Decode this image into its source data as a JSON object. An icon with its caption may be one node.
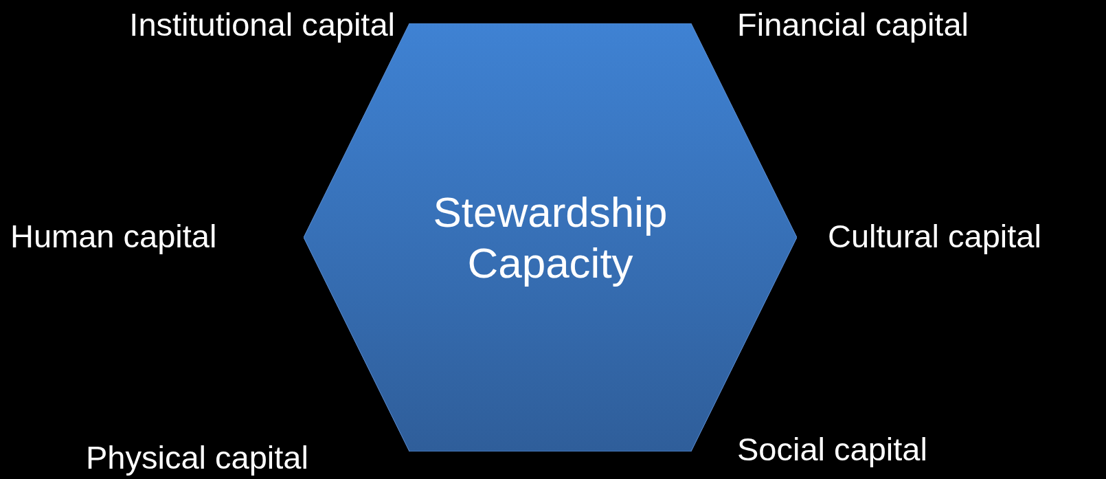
{
  "diagram": {
    "nodes": [
      {
        "text": [
          "Stewardship Capacity"
        ]
      }
    ],
    "labels": [
      "Institutional capital",
      "Financial capital",
      "Human capital",
      "Cultural capital",
      "Physical capital",
      "Social capital"
    ]
  }
}
